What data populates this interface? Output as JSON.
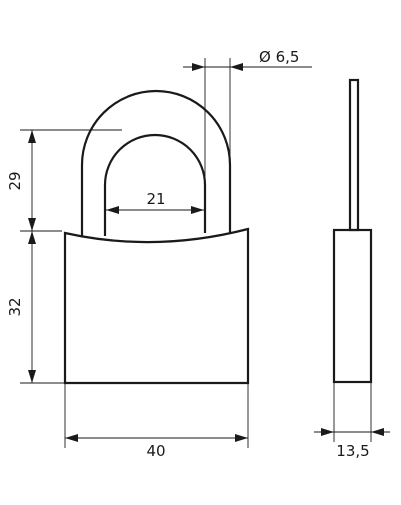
{
  "dimensions": {
    "shackle_height": "29",
    "body_height": "32",
    "shackle_inner_width": "21",
    "shackle_diameter": "Ø 6,5",
    "body_width": "40",
    "body_thickness": "13,5"
  },
  "colors": {
    "line": "#1a1a1a",
    "background": "#ffffff"
  }
}
